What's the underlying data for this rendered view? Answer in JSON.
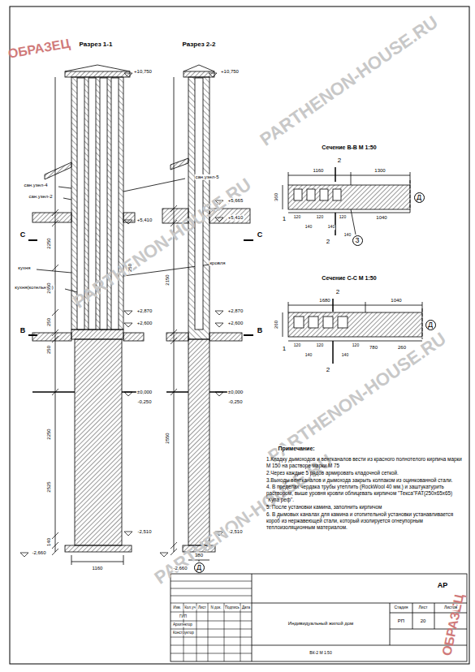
{
  "diagram": {
    "nodes": [
      {
        "text": [
          "Д"
        ]
      },
      {
        "text": [
          "3"
        ]
      },
      {
        "text": [
          "Д"
        ]
      },
      {
        "text": [
          "Д"
        ]
      }
    ],
    "labels": [
      "Разрез 1-1",
      "Разрез 2-2",
      "+10,750",
      "+10,750",
      "сан.узел-4",
      "сан.узел-2",
      "сан.узел-5",
      "кухня",
      "кухня(котельная)",
      "кровля",
      "+5,665",
      "+5,410",
      "+5,410",
      "+2,870",
      "+2,600",
      "+2,870",
      "+2,600",
      "±0,000",
      "-0,250",
      "±0,000",
      "-0,250",
      "-2,510",
      "-2,510",
      "-2,660",
      "-2,660",
      "С",
      "С",
      "В",
      "В",
      "2250",
      "2650",
      "250",
      "250",
      "2250",
      "2525",
      "140",
      "1160",
      "250",
      "2150",
      "2550",
      "380",
      "Сечение В-В  М 1:50",
      "1160",
      "1300",
      "120",
      "140",
      "120",
      "140",
      "120",
      "140",
      "1040",
      "360",
      "Сечение С-С  М 1:50",
      "1680",
      "1040",
      "120",
      "140",
      "120",
      "140",
      "120",
      "780",
      "260",
      "260",
      "1",
      "1",
      "2",
      "2",
      "2",
      "2",
      "Примечание:",
      "1.Кладку дымоходов и вентканалов вести из красного полнотелого кирпича марки М 150 на растворе марки М 75",
      "2.Через каждые 5 рядов армировать кладочной сеткой.",
      "3.Выходы вентканалов и дымохода закрыть колпаком из оцинкованной стали.",
      "4. В пределах чердака трубы утеплить (RockWool 40 мм.) и заштукатурить раствором, выше уровня кровли облицевать кирпичом \"Текса\"FAT(250х65х65) \"Купа реф\".",
      "5. После установки камина, заполнить кирпичом",
      "6. В дымовых каналах для камина и отопительной установки устанавливается короб из нержавеющей стали, который изолируется огнеупорным теплоизоляционным материалом.",
      "АР",
      "Изм.",
      "Кол.уч",
      "Лист",
      "N док.",
      "Подпись",
      "Дата",
      "ГИП",
      "Архитектор",
      "Конструктор",
      "Индивидуальный жилой дом",
      "Стадия",
      "Лист",
      "Листов",
      "РП",
      "20",
      "ВК-2 М 1:50",
      "ОБРАЗЕЦ",
      "ОБРАЗЕЦ",
      "PARTHENON-HOUSE.RU",
      "PARTHENON-HOUSE.RU",
      "PARTHENON-HOUSE.RU",
      "PARTHENON-HOUSE.RU"
    ]
  }
}
